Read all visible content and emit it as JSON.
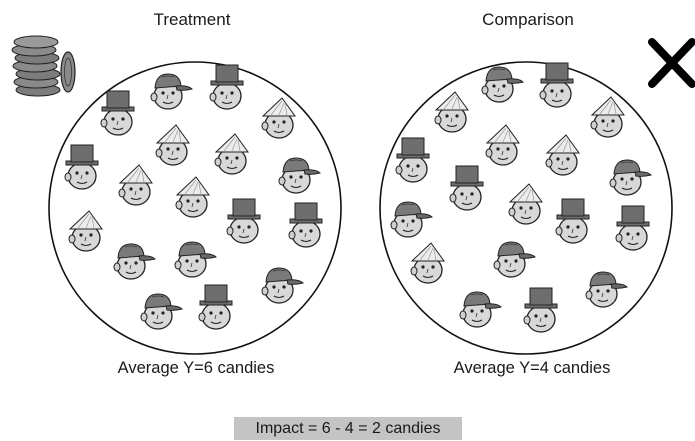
{
  "treatment": {
    "title": "Treatment",
    "average_label": "Average Y=6 candies"
  },
  "comparison": {
    "title": "Comparison",
    "average_label": "Average Y=4 candies"
  },
  "impact_label": "Impact = 6 - 4 = 2 candies",
  "icons": {
    "treatment_marker": "coin-stack-icon",
    "comparison_marker": "x-mark-icon",
    "person": "child-face-icon"
  },
  "hat_types": [
    "top-hat",
    "cap",
    "paper-hat"
  ],
  "colors": {
    "face": "#d8d8d8",
    "hat_dark": "#6e6e6e",
    "hat_light": "#ececec",
    "impact_box": "#c4c4c4"
  }
}
